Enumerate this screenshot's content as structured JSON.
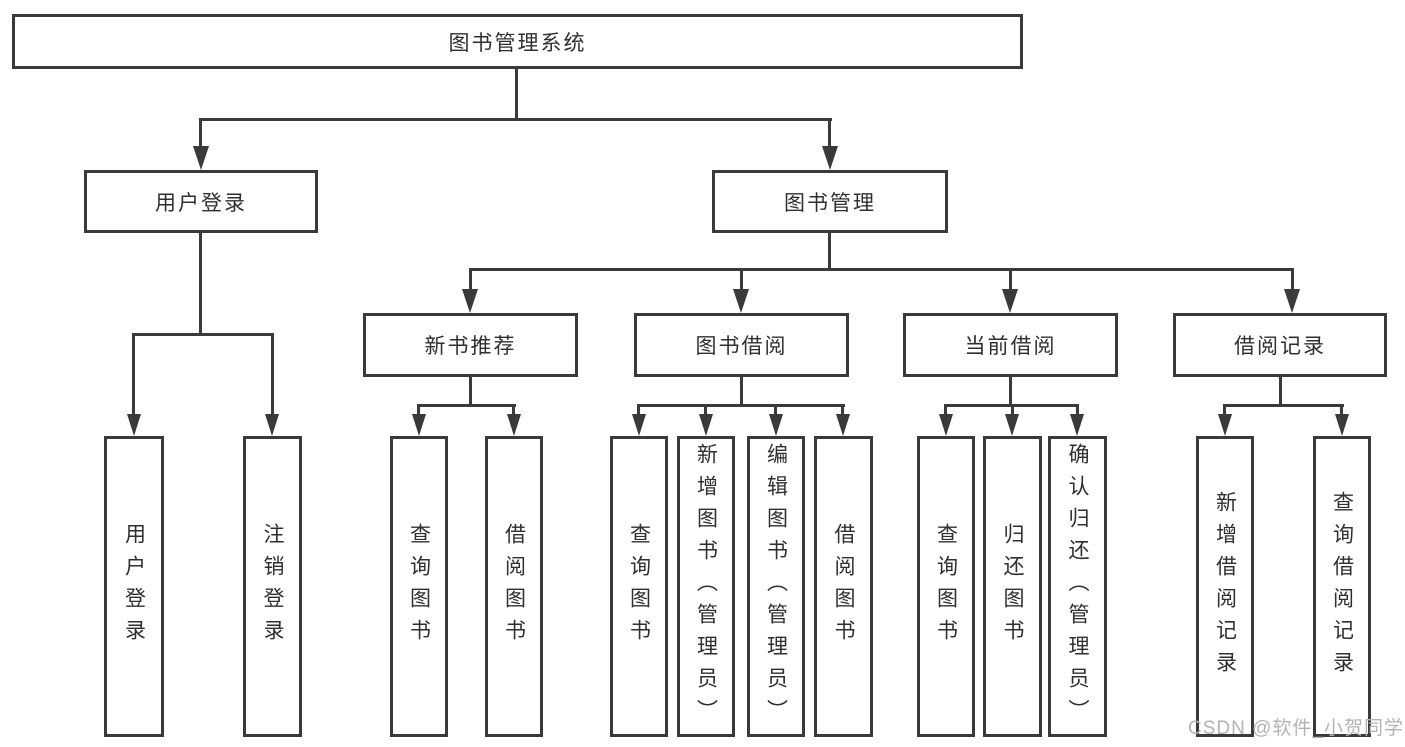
{
  "tree": {
    "root": {
      "label": "图书管理系统"
    },
    "branches": [
      {
        "label": "用户登录",
        "children": [
          {
            "label": "用户登录"
          },
          {
            "label": "注销登录"
          }
        ]
      },
      {
        "label": "图书管理",
        "groups": [
          {
            "label": "新书推荐",
            "children": [
              {
                "label": "查询图书"
              },
              {
                "label": "借阅图书"
              }
            ]
          },
          {
            "label": "图书借阅",
            "children": [
              {
                "label": "查询图书"
              },
              {
                "label": "新增图书（管理员）"
              },
              {
                "label": "编辑图书（管理员）"
              },
              {
                "label": "借阅图书"
              }
            ]
          },
          {
            "label": "当前借阅",
            "children": [
              {
                "label": "查询图书"
              },
              {
                "label": "归还图书"
              },
              {
                "label": "确认归还（管理员）"
              }
            ]
          },
          {
            "label": "借阅记录",
            "children": [
              {
                "label": "新增借阅记录"
              },
              {
                "label": "查询借阅记录"
              }
            ]
          }
        ]
      }
    ]
  },
  "watermark": {
    "text": "CSDN @软件_小贺同学"
  },
  "colors": {
    "line": "#3a3a3a",
    "text": "#2f2f2f",
    "watermark": "#b3b3b3",
    "background": "#ffffff"
  }
}
